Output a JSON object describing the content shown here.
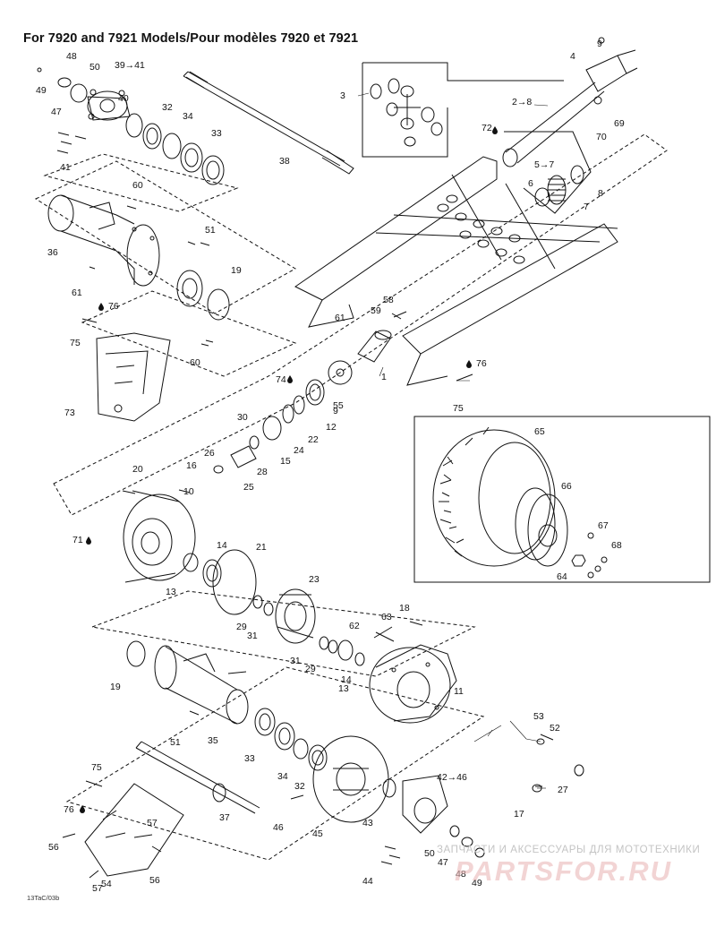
{
  "title": "For 7920 and 7921 Models/Pour modèles 7920 et 7921",
  "figure_code": "13TaC/03b",
  "watermark": {
    "text": "ЗАПЧАСТИ И АКСЕССУАРЫ ДЛЯ МОТОТЕХНИКИ",
    "logo": "PARTSFOR.RU"
  },
  "parts": [
    {
      "label": "48"
    },
    {
      "label": "50"
    },
    {
      "label": "39→41"
    },
    {
      "label": "49"
    },
    {
      "label": "47"
    },
    {
      "label": "40"
    },
    {
      "label": "32"
    },
    {
      "label": "34"
    },
    {
      "label": "33"
    },
    {
      "label": "41"
    },
    {
      "label": "38"
    },
    {
      "label": "60"
    },
    {
      "label": "36"
    },
    {
      "label": "51"
    },
    {
      "label": "61"
    },
    {
      "label": "19"
    },
    {
      "label": "76"
    },
    {
      "label": "75"
    },
    {
      "label": "60"
    },
    {
      "label": "73"
    },
    {
      "label": "9"
    },
    {
      "label": "4"
    },
    {
      "label": "3"
    },
    {
      "label": "2→8"
    },
    {
      "label": "69"
    },
    {
      "label": "72"
    },
    {
      "label": "70"
    },
    {
      "label": "5→7"
    },
    {
      "label": "6"
    },
    {
      "label": "8"
    },
    {
      "label": "7"
    },
    {
      "label": "61"
    },
    {
      "label": "58"
    },
    {
      "label": "59"
    },
    {
      "label": "74"
    },
    {
      "label": "1"
    },
    {
      "label": "76"
    },
    {
      "label": "9"
    },
    {
      "label": "55"
    },
    {
      "label": "75"
    },
    {
      "label": "12"
    },
    {
      "label": "30"
    },
    {
      "label": "22"
    },
    {
      "label": "24"
    },
    {
      "label": "26"
    },
    {
      "label": "15"
    },
    {
      "label": "16"
    },
    {
      "label": "28"
    },
    {
      "label": "25"
    },
    {
      "label": "65"
    },
    {
      "label": "66"
    },
    {
      "label": "67"
    },
    {
      "label": "68"
    },
    {
      "label": "64"
    },
    {
      "label": "20"
    },
    {
      "label": "10"
    },
    {
      "label": "71"
    },
    {
      "label": "14"
    },
    {
      "label": "21"
    },
    {
      "label": "13"
    },
    {
      "label": "23"
    },
    {
      "label": "29"
    },
    {
      "label": "31"
    },
    {
      "label": "18"
    },
    {
      "label": "63"
    },
    {
      "label": "62"
    },
    {
      "label": "31"
    },
    {
      "label": "29"
    },
    {
      "label": "14"
    },
    {
      "label": "13"
    },
    {
      "label": "19"
    },
    {
      "label": "11"
    },
    {
      "label": "51"
    },
    {
      "label": "35"
    },
    {
      "label": "33"
    },
    {
      "label": "34"
    },
    {
      "label": "32"
    },
    {
      "label": "53"
    },
    {
      "label": "52"
    },
    {
      "label": "75"
    },
    {
      "label": "27"
    },
    {
      "label": "42→46"
    },
    {
      "label": "76"
    },
    {
      "label": "57"
    },
    {
      "label": "37"
    },
    {
      "label": "46"
    },
    {
      "label": "45"
    },
    {
      "label": "43"
    },
    {
      "label": "17"
    },
    {
      "label": "56"
    },
    {
      "label": "50"
    },
    {
      "label": "47"
    },
    {
      "label": "48"
    },
    {
      "label": "49"
    },
    {
      "label": "57"
    },
    {
      "label": "56"
    },
    {
      "label": "54"
    },
    {
      "label": "44"
    }
  ]
}
